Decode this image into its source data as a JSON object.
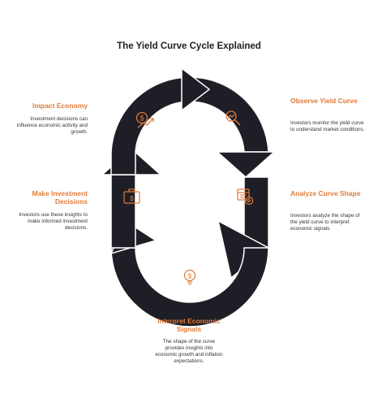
{
  "title": "The Yield Curve Cycle Explained",
  "colors": {
    "ring": "#1e1f26",
    "accent": "#e07b39",
    "text": "#333333"
  },
  "stages": [
    {
      "title": "Observe Yield Curve",
      "description": "Investors monitor the yield curve to understand market conditions.",
      "icon": "magnifier-chart-icon"
    },
    {
      "title": "Analyze Curve Shape",
      "description": "Investors analyze the shape of the yield curve to interpret economic signals.",
      "icon": "calendar-check-icon"
    },
    {
      "title": "Interpret Economic Signals",
      "description": "The shape of the curve provides insights into economic growth and inflation expectations.",
      "icon": "dollar-bulb-icon"
    },
    {
      "title": "Make Investment Decisions",
      "description": "Investors use these insights to make informed investment decisions.",
      "icon": "briefcase-dollar-icon"
    },
    {
      "title": "Impact Economy",
      "description": "Investment decisions can influence economic activity and growth.",
      "icon": "dollar-growth-icon"
    }
  ]
}
